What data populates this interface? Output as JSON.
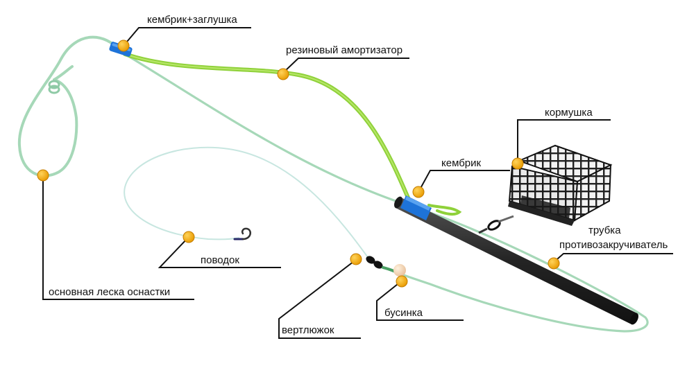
{
  "labels": {
    "cambric_plug": "кембрик+заглушка",
    "rubber_shock": "резиновый амортизатор",
    "feeder": "кормушка",
    "cambric": "кембрик",
    "tube": "трубка",
    "anti_twist": "противозакручиватель",
    "leader": "поводок",
    "main_line": "основная леска оснастки",
    "swivel": "вертлюжок",
    "bead": "бусинка"
  },
  "colors": {
    "main_line": "#a6d8b8",
    "shock_gum": "#8fd13a",
    "cambric": "#1e73d8",
    "tube": "#2b2b2b",
    "marker": "#f5a800",
    "leader_line": "#c7e6e0",
    "callout_line": "#111111"
  }
}
